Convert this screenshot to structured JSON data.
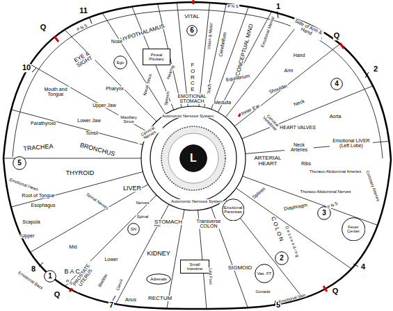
{
  "diagram": {
    "nodes": [
      {
        "text": [
          "L"
        ]
      },
      {
        "text": [
          "6"
        ]
      },
      {
        "text": [
          "4"
        ]
      },
      {
        "text": [
          "5"
        ]
      },
      {
        "text": [
          "3"
        ]
      },
      {
        "text": [
          "2"
        ]
      },
      {
        "text": [
          "1"
        ]
      },
      {
        "text": [
          "SN"
        ]
      },
      {
        "text": [
          "Vas. FT"
        ]
      },
      {
        "text": [
          "Ego"
        ]
      },
      {
        "text": [
          "Pineal Pituitary"
        ]
      },
      {
        "text": [
          "Adrenals"
        ]
      },
      {
        "text": [
          "Small Intestine"
        ]
      },
      {
        "text": [
          "Fever Center"
        ]
      },
      {
        "text": [
          "Emotional Pancreas"
        ]
      }
    ],
    "labels": [
      "P N S",
      "P N S",
      "P N S",
      "P N S",
      "P N S",
      "Q",
      "Q",
      "Q",
      "Q",
      "11",
      "1",
      "10",
      "2",
      "8",
      "7",
      "5",
      "4",
      "HYPOTHALAMUS",
      "EYE & SIGHT",
      "Nose",
      "VITAL",
      "FORCE",
      "Vision & Motor",
      "Cerebellum",
      "CONCEPTUAL MIND",
      "Emotional Mental",
      "Side of Arm & Hand",
      "Hand",
      "Arm",
      "Shoulder",
      "Touch",
      "Equilibrium",
      "Medulla",
      "Inner Ear",
      "Cervical Vertebrae",
      "Neck",
      "EMOTIONAL STOMACH",
      "Autonomic Nervous System",
      "Autonomic Nervous System",
      "Mouth and Tongue",
      "Pharynx",
      "Upper Jaw",
      "Lower Jaw",
      "Maxillary Sinus",
      "Nasal Sinus",
      "Hearing",
      "Speech",
      "Parathyroid",
      "Tonsil",
      "Cervical Nerves",
      "TRACHEA",
      "BRONCHUS",
      "THYROID",
      "Root of Tongue",
      "Esophagus",
      "LIVER",
      "Scapula",
      "Spinal Nerves",
      "Upper",
      "Mid",
      "Lower",
      "B A C K",
      "Emotional Heart",
      "Emotional Back",
      "Spinal",
      "Nerves",
      "Hip",
      "PROSTATE UTERUS",
      "Bladder",
      "Cervix",
      "Anus",
      "RECTUM",
      "KIDNEY",
      "STOMACH",
      "Transverse COLON",
      "Leg Foot",
      "SIGMOID",
      "Gonads",
      "Emotional Skin",
      "C O L O N",
      "D e s c e n d i n g",
      "Spleen",
      "Diaphragm",
      "HEART VALVES",
      "Aorta",
      "Neck Arteries",
      "Emotional LIVER (Left Lobe)",
      "Ribs",
      "ARTERIAL HEART",
      "Thoraco-Abdominal Arteries",
      "Thoraco-Abdominal Nerves",
      "Coronary Arteries"
    ]
  }
}
